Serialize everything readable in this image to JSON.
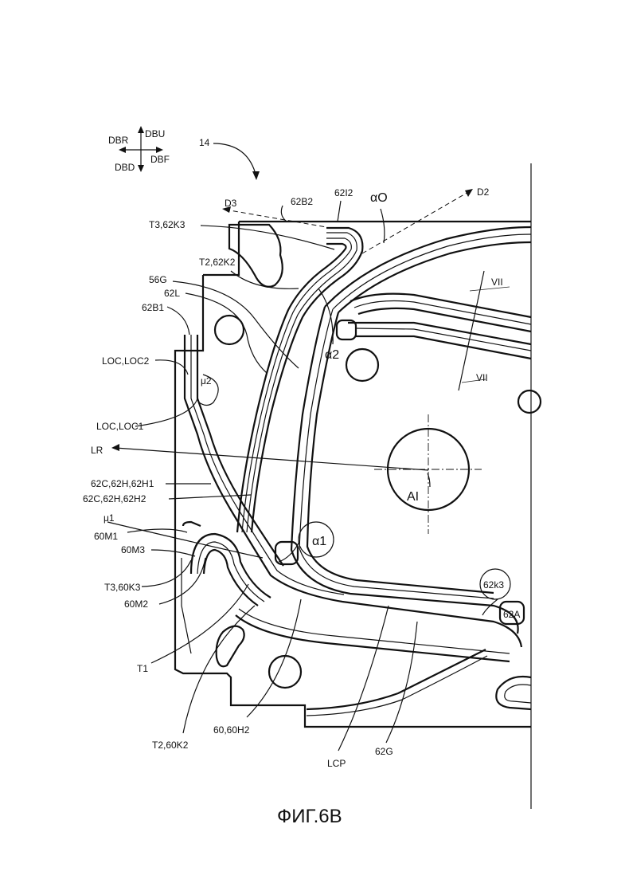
{
  "figure": {
    "caption": "ФИГ.6B",
    "reference_number": "14",
    "compass": {
      "up": "DBU",
      "right": "DBF",
      "left": "DBR",
      "down": "DBD"
    },
    "labels": [
      {
        "id": "d3",
        "text": "D3"
      },
      {
        "id": "62b2",
        "text": "62B2"
      },
      {
        "id": "62i2",
        "text": "62I2"
      },
      {
        "id": "alpha-o",
        "text": "αO"
      },
      {
        "id": "d2",
        "text": "D2"
      },
      {
        "id": "t3-62k3",
        "text": "T3,62K3"
      },
      {
        "id": "t2-62k2",
        "text": "T2,62K2"
      },
      {
        "id": "56g",
        "text": "56G"
      },
      {
        "id": "62l",
        "text": "62L"
      },
      {
        "id": "62b1",
        "text": "62B1"
      },
      {
        "id": "vii-top",
        "text": "VII"
      },
      {
        "id": "alpha-2",
        "text": "α2"
      },
      {
        "id": "vii-bottom",
        "text": "VII"
      },
      {
        "id": "loc-loc2",
        "text": "LOC,LOC2"
      },
      {
        "id": "mu-2",
        "text": "μ2"
      },
      {
        "id": "loc-loc1",
        "text": "LOC,LOC1"
      },
      {
        "id": "lr",
        "text": "LR"
      },
      {
        "id": "ai",
        "text": "AI"
      },
      {
        "id": "62c-62h-62h1",
        "text": "62C,62H,62H1"
      },
      {
        "id": "62c-62h-62h2",
        "text": "62C,62H,62H2"
      },
      {
        "id": "mu-1",
        "text": "μ1"
      },
      {
        "id": "60m1",
        "text": "60M1"
      },
      {
        "id": "alpha-1",
        "text": "α1"
      },
      {
        "id": "60m3",
        "text": "60M3"
      },
      {
        "id": "62k3",
        "text": "62k3"
      },
      {
        "id": "t3-60k3",
        "text": "T3,60K3"
      },
      {
        "id": "60m2",
        "text": "60M2"
      },
      {
        "id": "62a",
        "text": "62A"
      },
      {
        "id": "t1",
        "text": "T1"
      },
      {
        "id": "t2-60k2",
        "text": "T2,60K2"
      },
      {
        "id": "60-60h2",
        "text": "60,60H2"
      },
      {
        "id": "lcp",
        "text": "LCP"
      },
      {
        "id": "62g",
        "text": "62G"
      }
    ]
  }
}
